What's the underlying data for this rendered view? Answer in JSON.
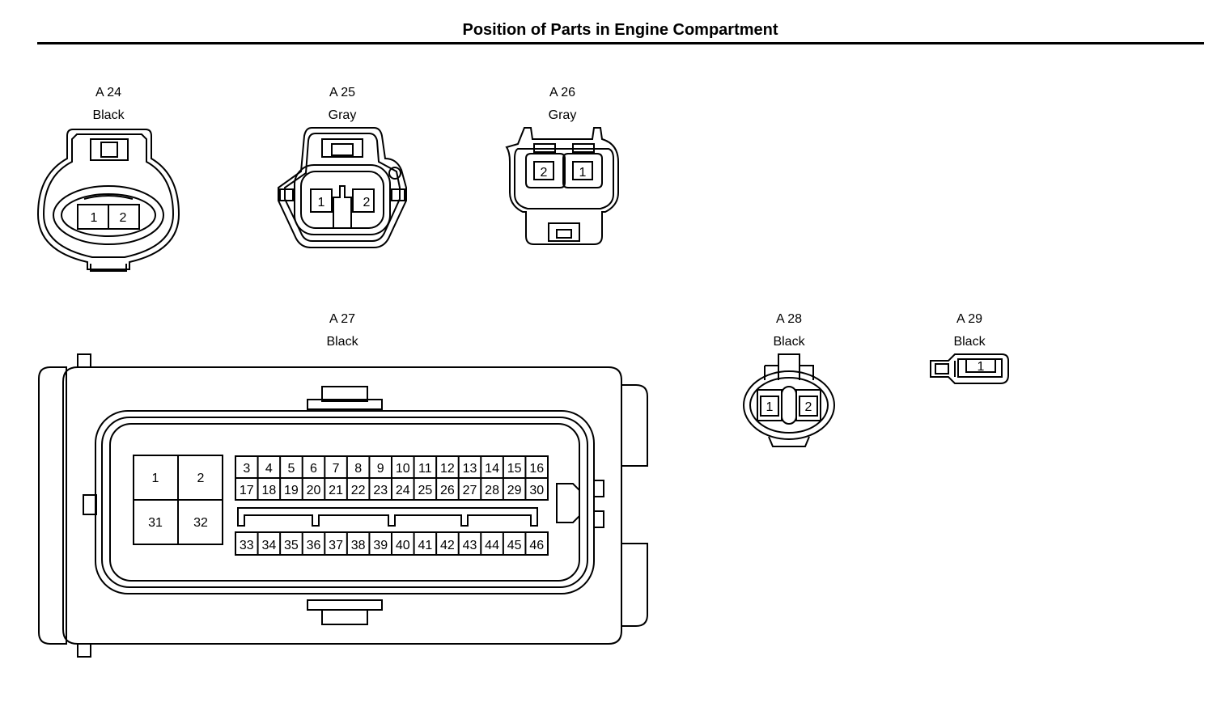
{
  "title": "Position of Parts in Engine Compartment",
  "connectors": {
    "a24": {
      "id": "A 24",
      "color": "Black",
      "pins": [
        "1",
        "2"
      ]
    },
    "a25": {
      "id": "A 25",
      "color": "Gray",
      "pins": [
        "1",
        "2"
      ]
    },
    "a26": {
      "id": "A 26",
      "color": "Gray",
      "pins": [
        "2",
        "1"
      ]
    },
    "a27": {
      "id": "A 27",
      "color": "Black",
      "big_pins": [
        "1",
        "2",
        "31",
        "32"
      ],
      "row1": [
        "3",
        "4",
        "5",
        "6",
        "7",
        "8",
        "9",
        "10",
        "11",
        "12",
        "13",
        "14",
        "15",
        "16"
      ],
      "row2": [
        "17",
        "18",
        "19",
        "20",
        "21",
        "22",
        "23",
        "24",
        "25",
        "26",
        "27",
        "28",
        "29",
        "30"
      ],
      "row3": [
        "33",
        "34",
        "35",
        "36",
        "37",
        "38",
        "39",
        "40",
        "41",
        "42",
        "43",
        "44",
        "45",
        "46"
      ]
    },
    "a28": {
      "id": "A 28",
      "color": "Black",
      "pins": [
        "1",
        "2"
      ]
    },
    "a29": {
      "id": "A 29",
      "color": "Black",
      "pins": [
        "1"
      ]
    }
  }
}
